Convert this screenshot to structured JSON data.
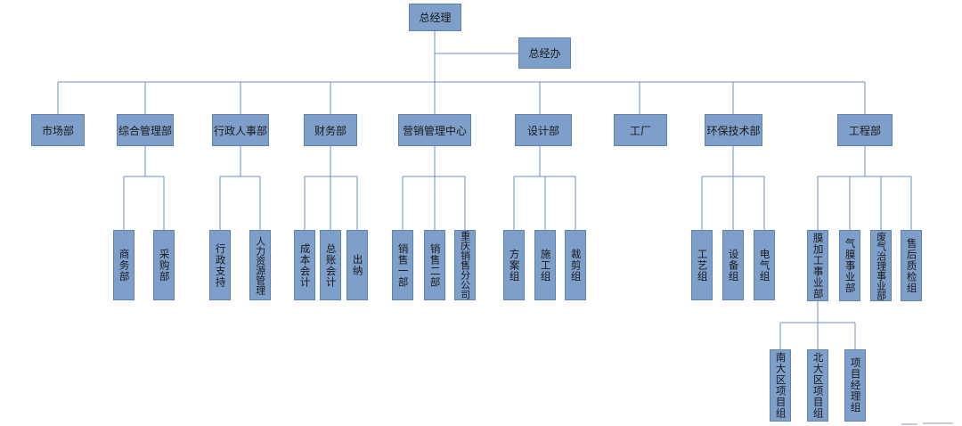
{
  "org": {
    "ceo": "总经理",
    "office": "总经办",
    "departments": {
      "market": "市场部",
      "admin_mgmt": "综合管理部",
      "hr": "行政人事部",
      "finance": "财务部",
      "marketing": "营销管理中心",
      "design": "设计部",
      "factory": "工厂",
      "env_tech": "环保技术部",
      "engineering": "工程部"
    },
    "sub": {
      "commerce": "商务部",
      "purchase": "采购部",
      "admin_support": "行政支持",
      "hr_mgmt": "人力资源管理",
      "cost_acct": "成本会计",
      "gl_acct": "总账会计",
      "cashier": "出纳",
      "sales1": "销售一部",
      "sales2": "销售二部",
      "chongqing": "重庆销售分公司",
      "plan_group": "方案组",
      "construct_group": "施工组",
      "cut_group": "裁剪组",
      "process_group": "工艺组",
      "equip_group": "设备组",
      "electric_group": "电气组",
      "membrane_biz": "膜加工事业部",
      "gasmem_biz": "气膜事业部",
      "exhaust_biz": "废气治理事业部",
      "aftersale_qc": "售后质检组",
      "south_region": "南大区项目组",
      "north_region": "北大区项目组",
      "pm_group": "项目经理组"
    }
  },
  "colors": {
    "box_fill": "#7e9fca",
    "box_border": "#5f82b1",
    "line": "#6f8fbf"
  }
}
